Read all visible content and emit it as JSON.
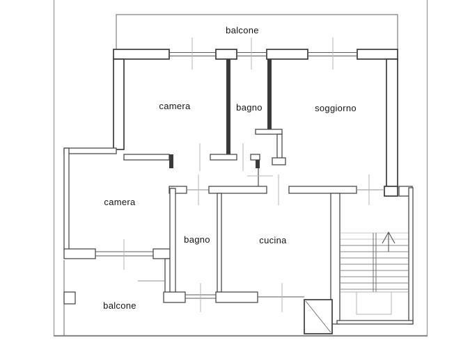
{
  "drawing": {
    "kind": "apartment floor plan",
    "rooms": [
      {
        "id": "balcone-top",
        "label": "balcone"
      },
      {
        "id": "camera-top",
        "label": "camera"
      },
      {
        "id": "bagno-top",
        "label": "bagno"
      },
      {
        "id": "soggiorno",
        "label": "soggiorno"
      },
      {
        "id": "camera-left",
        "label": "camera"
      },
      {
        "id": "bagno-bottom",
        "label": "bagno"
      },
      {
        "id": "cucina",
        "label": "cucina"
      },
      {
        "id": "balcone-bottom",
        "label": "balcone"
      }
    ],
    "features": [
      "stairwell-with-up-arrow",
      "shaft-with-diagonal",
      "window-ticks",
      "door-openings"
    ],
    "colors": {
      "background": "#ffffff",
      "wall": "#3a3a3a",
      "context_line": "#9a9a9a",
      "tick": "#b5b5b5",
      "text": "#141414"
    }
  }
}
